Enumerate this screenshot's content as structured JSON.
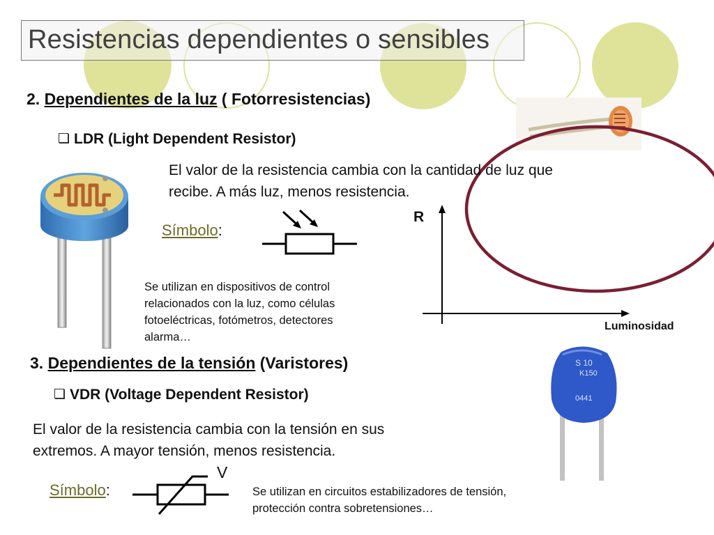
{
  "title": "Resistencias dependientes o sensibles",
  "section2": {
    "number": "2.",
    "heading_link": "Dependientes de la luz",
    "heading_rest": "( Fotorresistencias)",
    "bullet": "LDR (Light Dependent Resistor)",
    "description_line1": "El valor de la resistencia cambia con la cantidad de luz que",
    "description_line2": "recibe. A más luz, menos resistencia.",
    "symbol_label": "Símbolo",
    "symbol_colon": ":",
    "uses_line1": "Se utilizan en dispositivos de control",
    "uses_line2": "relacionados con la luz, como células",
    "uses_line3": "fotoeléctricas, fotómetros, detectores",
    "uses_line4": "alarma…",
    "graph_y_label": "R",
    "graph_x_label": "Luminosidad"
  },
  "section3": {
    "number": "3.",
    "heading_link": "Dependientes de la tensión",
    "heading_rest": "(Varistores)",
    "bullet": "VDR (Voltage Dependent Resistor)",
    "description_line1": "El valor de la resistencia cambia con la tensión en sus",
    "description_line2": "extremos. A mayor tensión, menos resistencia.",
    "symbol_label": "Símbolo",
    "symbol_colon": ":",
    "symbol_letter": "V",
    "uses_line1": "Se utilizan en circuitos estabilizadores de tensión,",
    "uses_line2": "protección contra sobretensiones…"
  },
  "varistor_marking": {
    "line1": "S 10",
    "line2": "K150",
    "line3": "0441"
  },
  "colors": {
    "deco_circle": "#d4d97a",
    "highlight_ellipse": "#7a1f33",
    "link": "#6b6b2a",
    "varistor_blue": "#2f58c8"
  }
}
